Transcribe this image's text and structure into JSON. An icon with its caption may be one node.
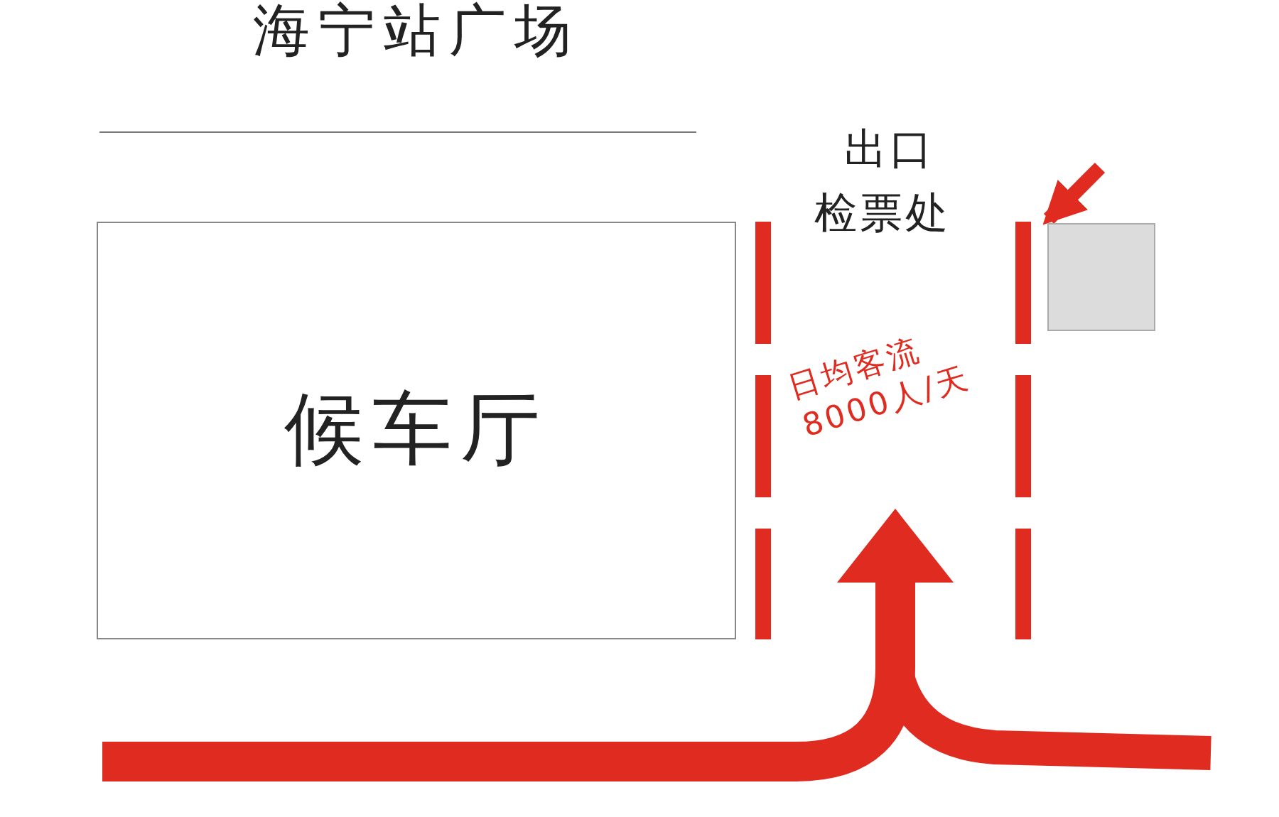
{
  "diagram": {
    "title": "海宁站广场",
    "nodes": [
      {
        "text": [
          "候车厅"
        ]
      },
      {
        "text": [],
        "shape": "box"
      }
    ],
    "edges": [
      {
        "from": null,
        "to": 1,
        "arrow": "to",
        "color": "#e02b20"
      }
    ],
    "labels": [
      "出口",
      "检票处",
      "日均客流",
      "8000人/天"
    ]
  }
}
